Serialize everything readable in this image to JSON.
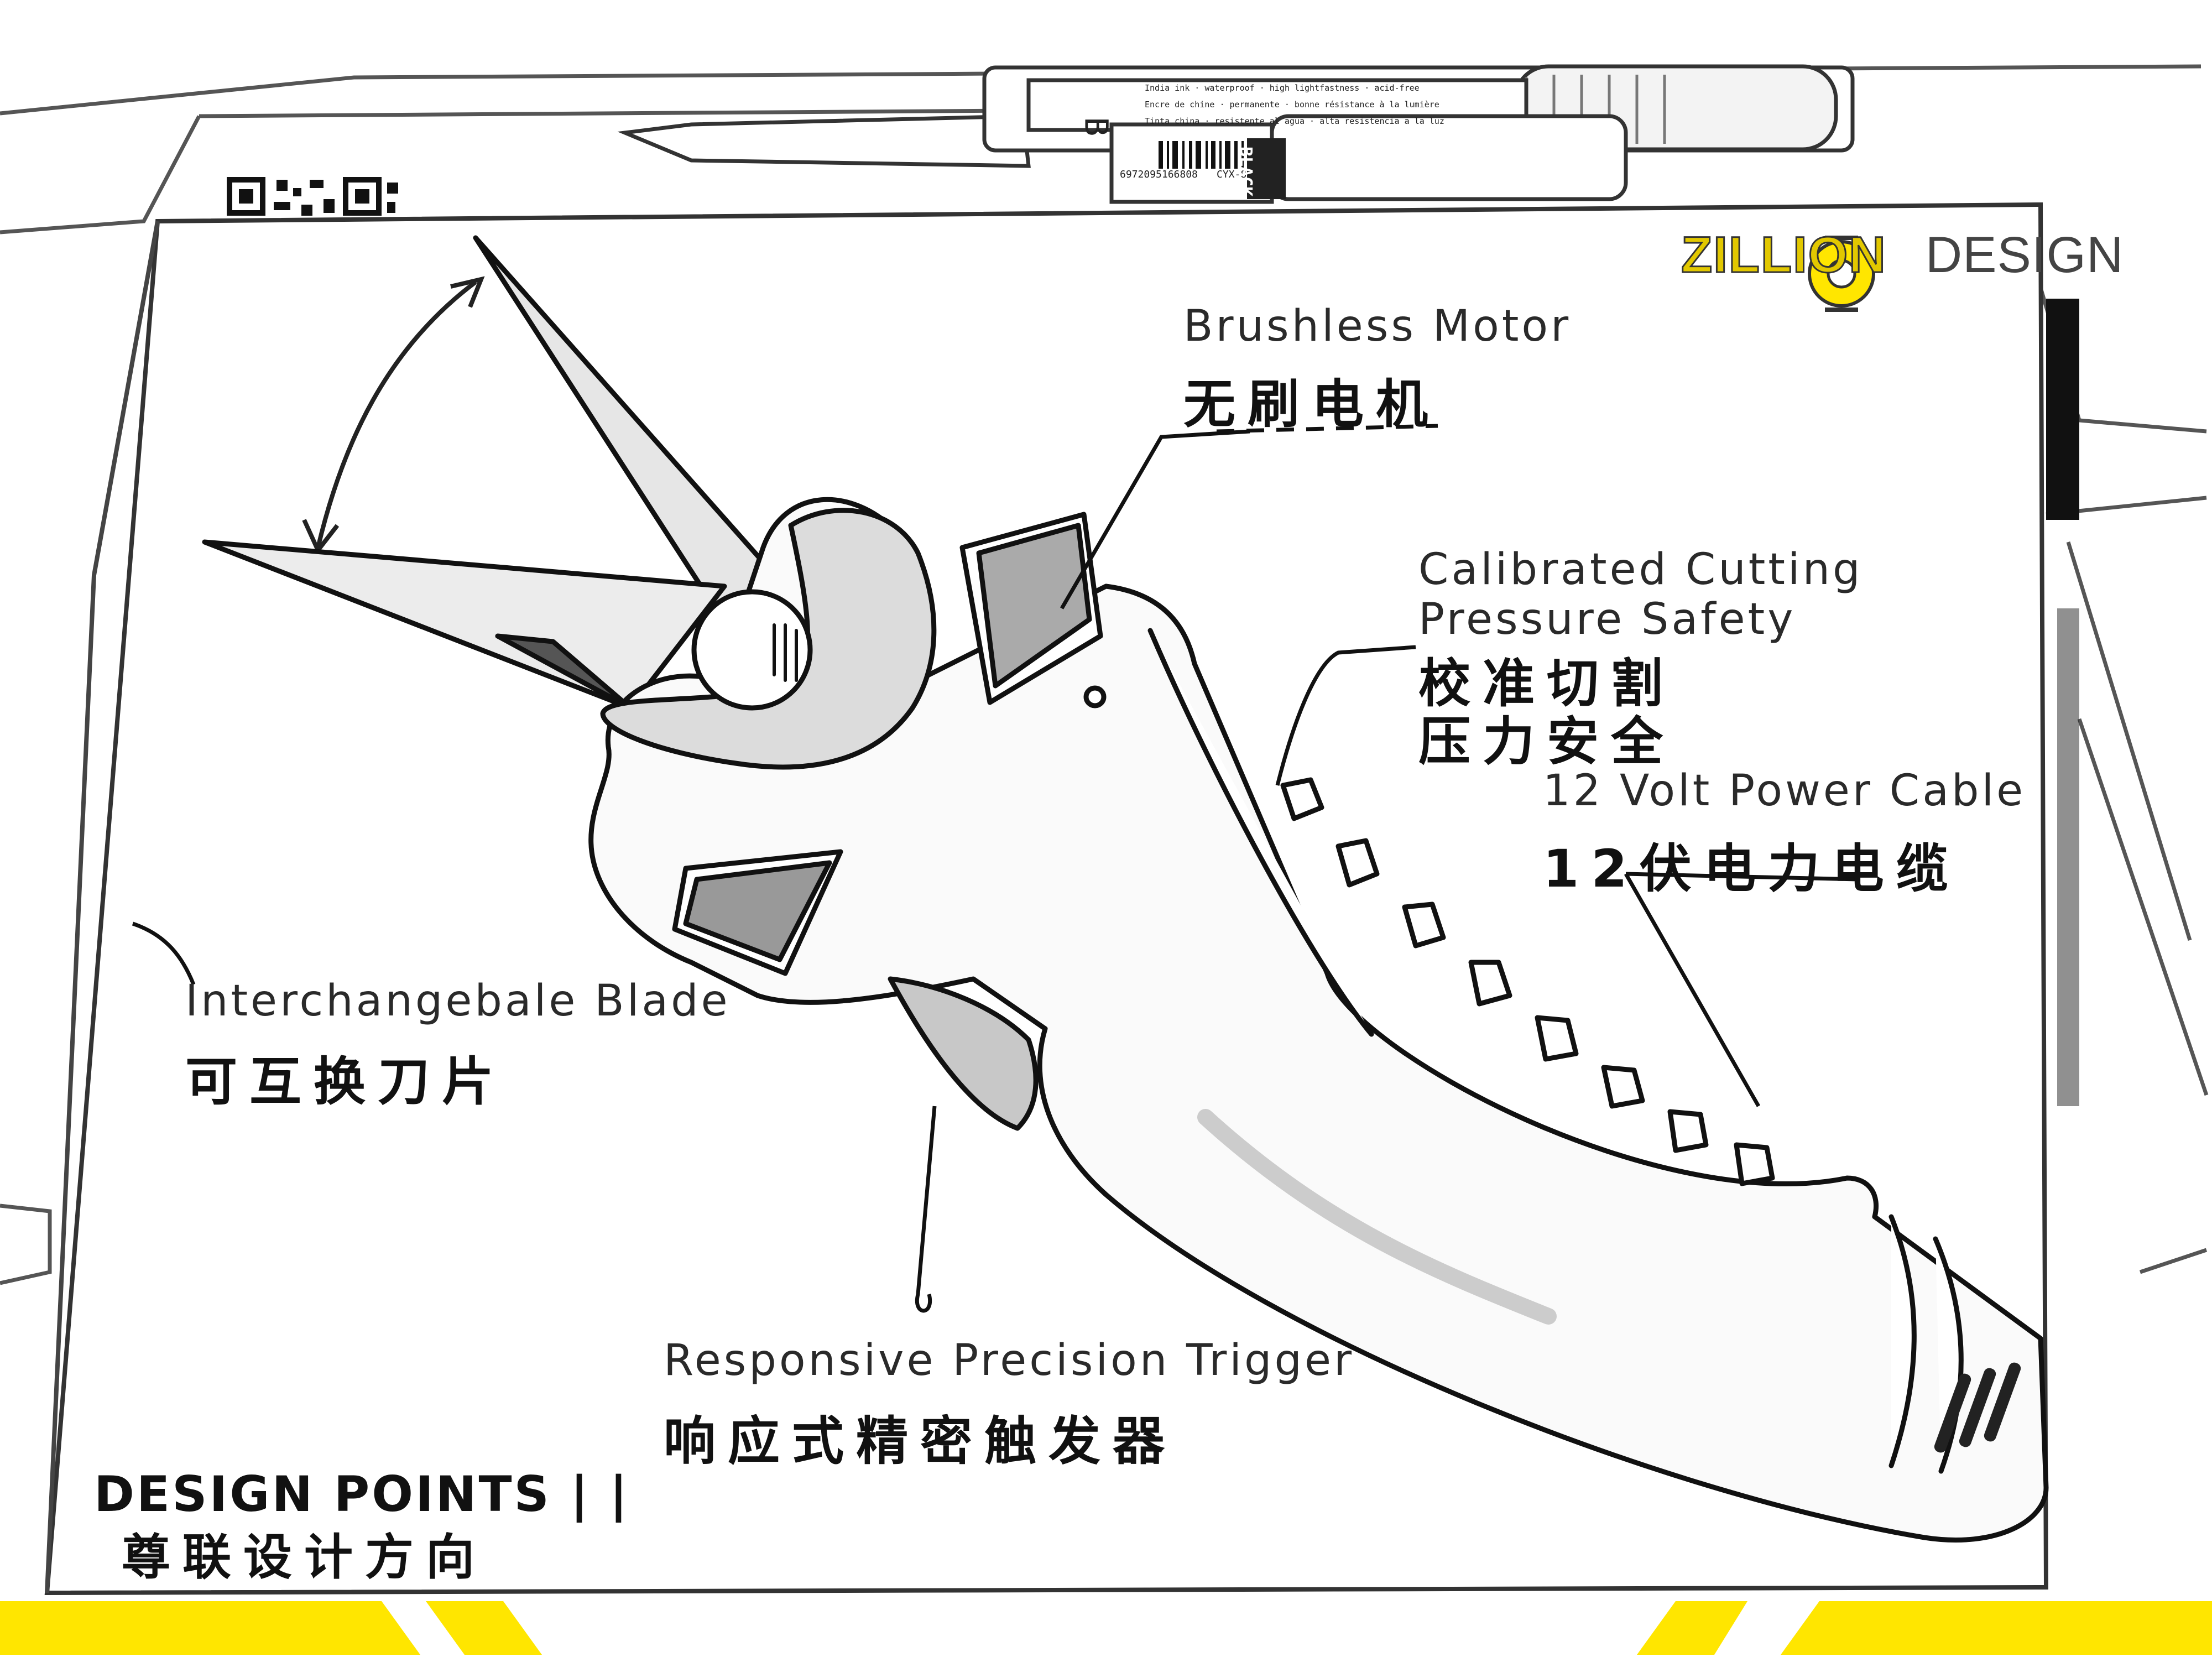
{
  "logo": {
    "brand": "ZILLION",
    "word": "DESIGN"
  },
  "pen_label": {
    "letter": "B",
    "line1": "India ink · waterproof · high lightfastness · acid-free",
    "line2": "Encre de chine · permanente · bonne résistance à la lumière",
    "line3": "Tinta china · resistente al agua · alta resistencia a la luz",
    "barcode": "6972095166808",
    "code": "CYX-808",
    "color": "BLACK"
  },
  "annotations": {
    "motor_en": "Brushless Motor",
    "motor_zh": "无刷电机",
    "pressure_en_1": "Calibrated Cutting",
    "pressure_en_2": "Pressure Safety",
    "pressure_zh_1": "校准切割",
    "pressure_zh_2": "压力安全",
    "cable_en": "12 Volt Power Cable",
    "cable_zh": "12伏电力电缆",
    "blade_en": "Interchangebale Blade",
    "blade_zh": "可互换刀片",
    "trigger_en": "Responsive Precision Trigger",
    "trigger_zh": "响应式精密触发器"
  },
  "footer": {
    "title": "DESIGN POINTS | |",
    "subtitle": "尊联设计方向"
  },
  "colors": {
    "accent_yellow": "#FFE600",
    "ink": "#111111",
    "paper": "#FFFFFF"
  }
}
